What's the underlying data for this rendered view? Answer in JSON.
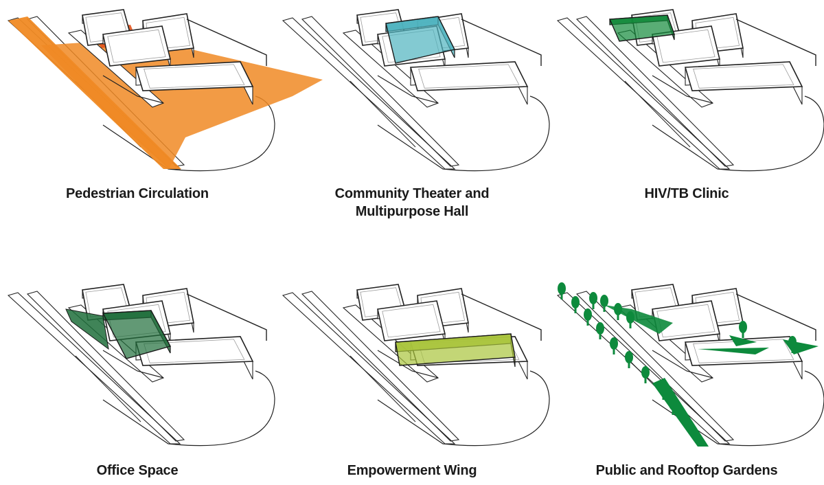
{
  "panels": [
    {
      "key": "pedestrian",
      "caption": [
        "Pedestrian Circulation"
      ],
      "highlight": "circulation",
      "color": "#f08a24"
    },
    {
      "key": "theater",
      "caption": [
        "Community Theater and",
        "Multipurpose Hall"
      ],
      "highlight": "theater",
      "color": "#4fb3bf"
    },
    {
      "key": "clinic",
      "caption": [
        "HIV/TB Clinic"
      ],
      "highlight": "clinic",
      "color": "#128a3a"
    },
    {
      "key": "office",
      "caption": [
        "Office Space"
      ],
      "highlight": "office",
      "color": "#1f6e3b"
    },
    {
      "key": "empowerment",
      "caption": [
        "Empowerment Wing"
      ],
      "highlight": "wing",
      "color": "#a9c43c"
    },
    {
      "key": "gardens",
      "caption": [
        "Public and Rooftop Gardens"
      ],
      "highlight": "gardens",
      "color": "#0d8a3c"
    }
  ],
  "icons": {
    "tree": "tree-icon"
  }
}
